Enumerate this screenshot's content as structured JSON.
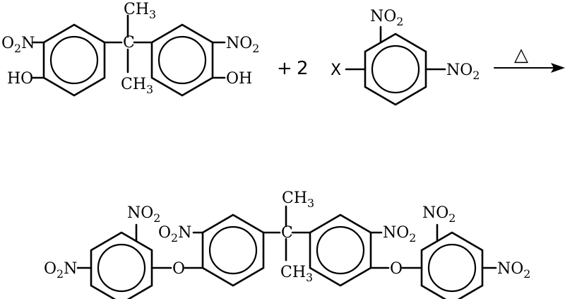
{
  "scheme": {
    "reactant1": {
      "ch3_top": "CH3",
      "ch3_bottom": "CH3",
      "no2_left": "O2N",
      "no2_right": "NO2",
      "oh_left": "HO",
      "oh_right": "OH"
    },
    "plus": "+",
    "coefficient": "2",
    "reactant2": {
      "x_label": "X",
      "no2_ortho": "NO2",
      "no2_para": "NO2"
    },
    "condition": "△",
    "product": {
      "ch3_top": "CH3",
      "ch3_bottom": "CH3",
      "o2n_far_left": "O2N",
      "no2_ortho_left": "NO2",
      "o2n_inner_left": "O2N",
      "ether_left": "O",
      "ether_right": "O",
      "no2_inner_right": "NO2",
      "no2_ortho_right": "NO2",
      "no2_far_right": "NO2"
    }
  }
}
